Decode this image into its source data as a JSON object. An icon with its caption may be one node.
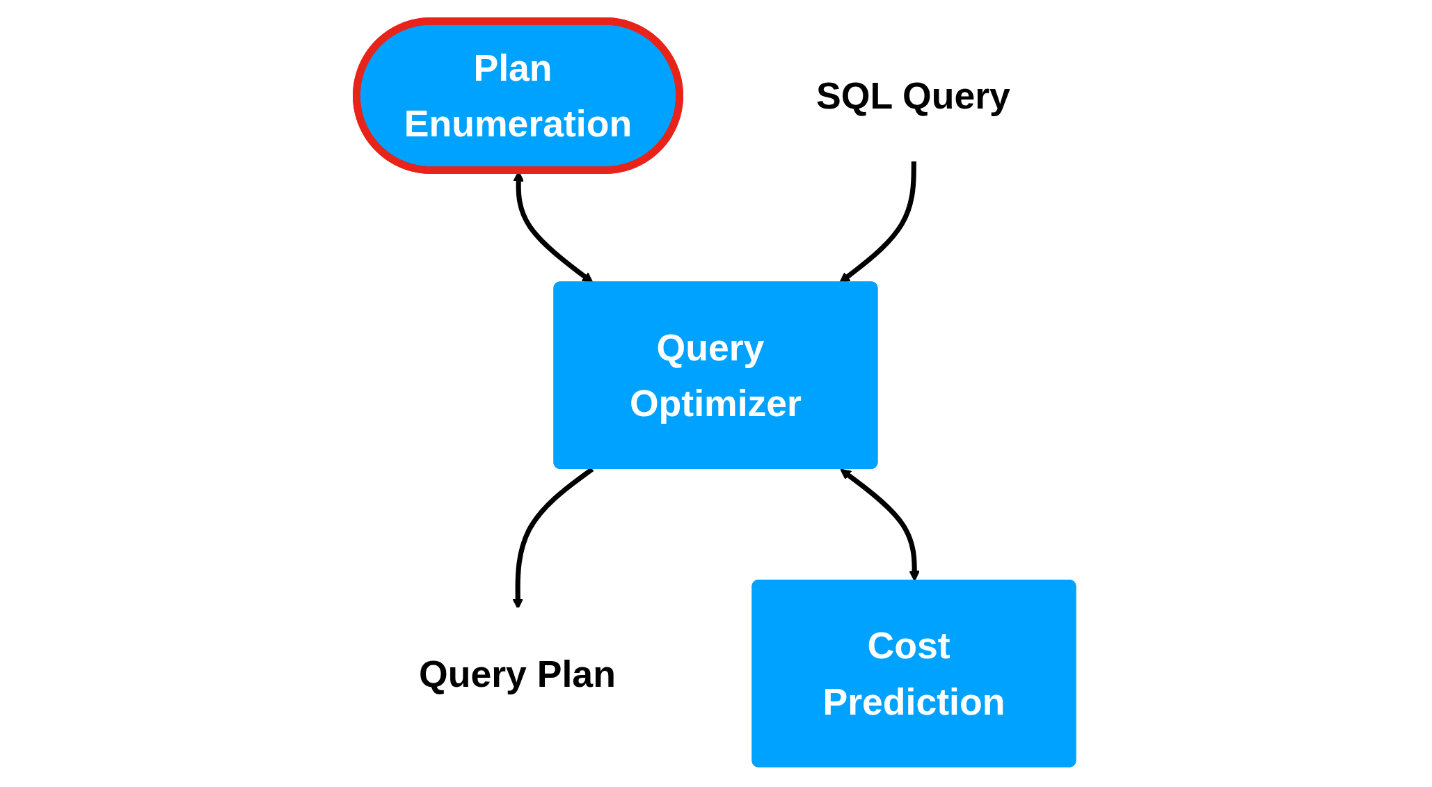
{
  "diagram": {
    "nodes": [
      {
        "text": [
          "Plan Enumeration"
        ]
      },
      {
        "text": [
          "SQL Query"
        ]
      },
      {
        "text": [
          "Query Optimizer"
        ]
      },
      {
        "text": [
          "Query Plan"
        ]
      },
      {
        "text": [
          "Cost Prediction"
        ]
      }
    ],
    "edges": [
      {
        "from": 0,
        "to": 2,
        "arrow": "both"
      },
      {
        "from": 1,
        "to": 2,
        "arrow": "to"
      },
      {
        "from": 2,
        "to": 3,
        "arrow": "to"
      },
      {
        "from": 2,
        "to": 4,
        "arrow": "both"
      }
    ]
  }
}
